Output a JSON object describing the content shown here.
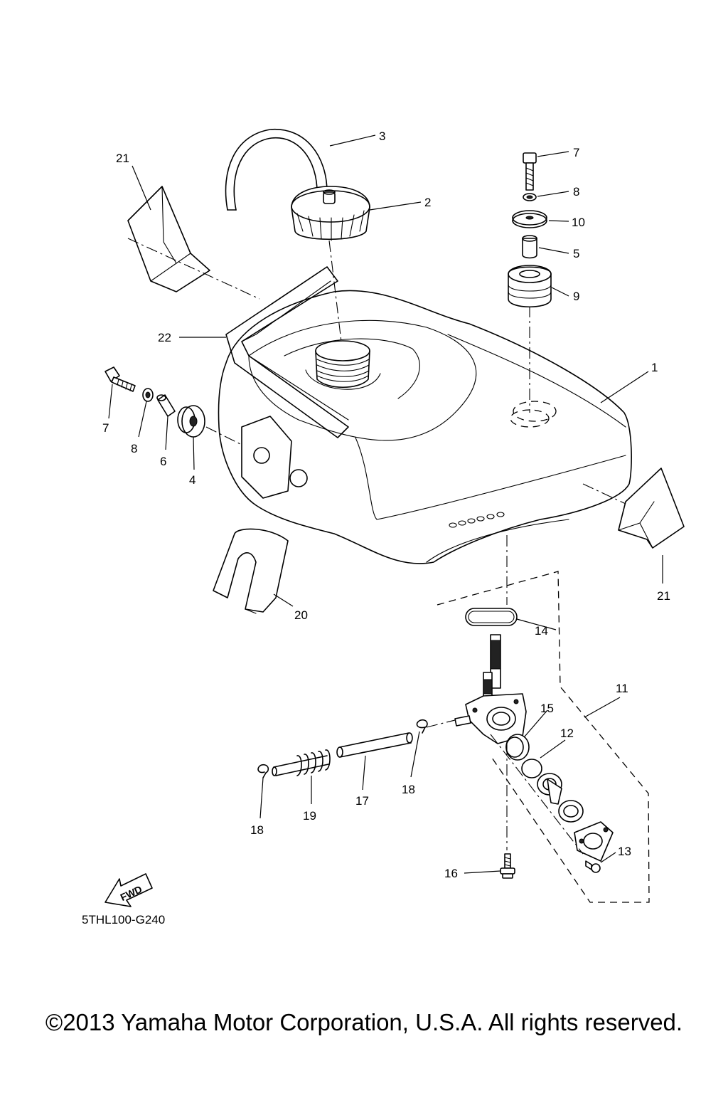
{
  "diagram": {
    "drawing_code": "5THL100-G240",
    "fwd_label": "FWD",
    "callouts": {
      "c1": "1",
      "c2": "2",
      "c3": "3",
      "c4": "4",
      "c5": "5",
      "c6": "6",
      "c7a": "7",
      "c7b": "7",
      "c8a": "8",
      "c8b": "8",
      "c9": "9",
      "c10": "10",
      "c11": "11",
      "c12": "12",
      "c13": "13",
      "c14": "14",
      "c15": "15",
      "c16": "16",
      "c17": "17",
      "c18a": "18",
      "c18b": "18",
      "c19": "19",
      "c20": "20",
      "c21a": "21",
      "c21b": "21",
      "c22": "22"
    }
  },
  "footer": {
    "copyright": "©2013 Yamaha Motor Corporation, U.S.A. All rights reserved."
  }
}
